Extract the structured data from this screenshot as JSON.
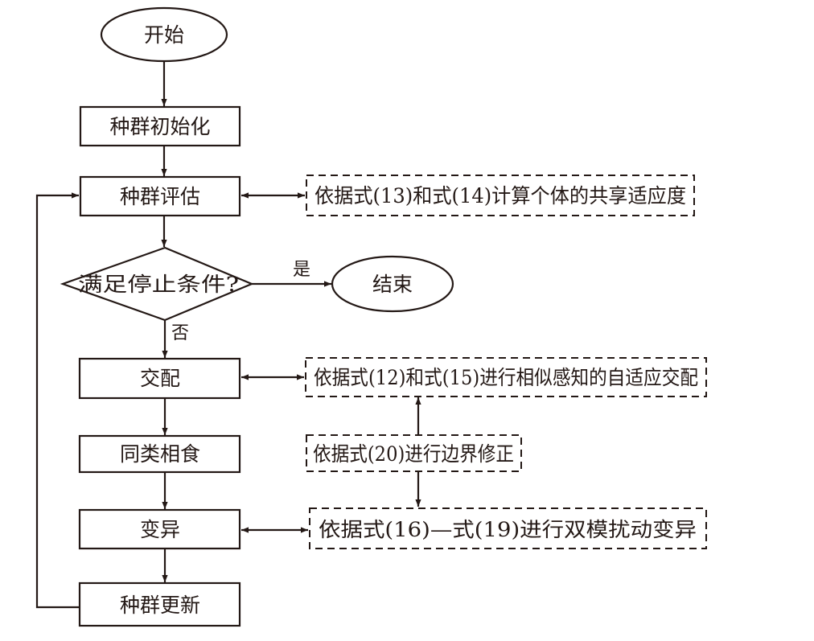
{
  "colors": {
    "ink": "#231815",
    "background": "#ffffff"
  },
  "nodes": {
    "start": "开始",
    "init": "种群初始化",
    "evaluate": "种群评估",
    "decision": "满足停止条件?",
    "end": "结束",
    "mating": "交配",
    "cannibalism": "同类相食",
    "mutation": "变异",
    "update": "种群更新"
  },
  "edge_labels": {
    "yes": "是",
    "no": "否"
  },
  "notes": {
    "evaluate_note": "依据式(13)和式(14)计算个体的共享适应度",
    "mating_note": "依据式(12)和式(15)进行相似感知的自适应交配",
    "boundary_note": "依据式(20)进行边界修正",
    "mutation_note": "依据式(16)—式(19)进行双模扰动变异"
  }
}
